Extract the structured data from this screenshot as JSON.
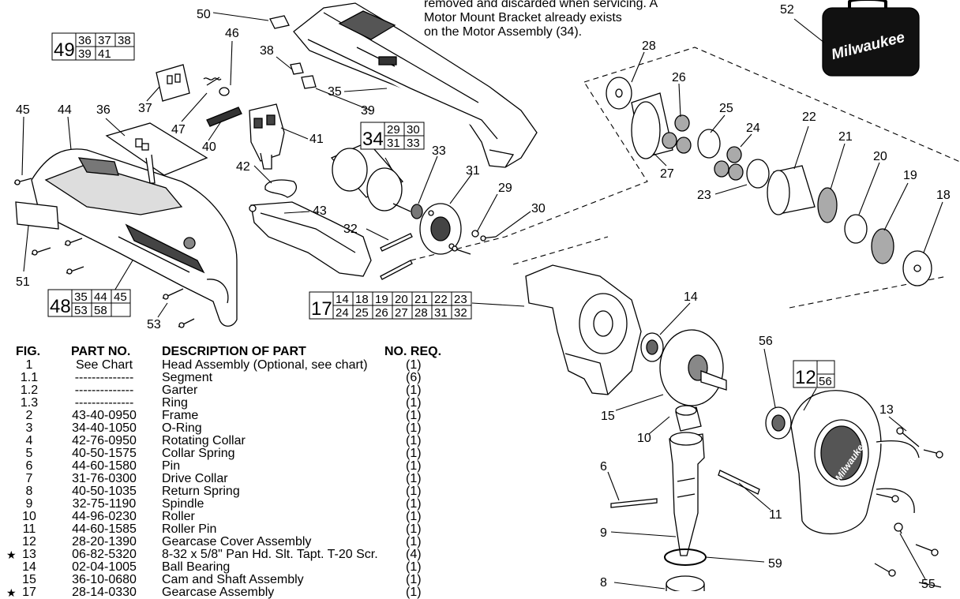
{
  "note": {
    "lines": [
      "removed and discarded when servicing. A",
      "Motor Mount Bracket already exists",
      "on the Motor Assembly (34)."
    ]
  },
  "brand": {
    "logo_text": "Milwaukee"
  },
  "callouts": [
    {
      "id": "c52",
      "label": "52"
    },
    {
      "id": "c50",
      "label": "50"
    },
    {
      "id": "c46",
      "label": "46"
    },
    {
      "id": "c38",
      "label": "38"
    },
    {
      "id": "c35",
      "label": "35"
    },
    {
      "id": "c39",
      "label": "39"
    },
    {
      "id": "c37",
      "label": "37"
    },
    {
      "id": "c47",
      "label": "47"
    },
    {
      "id": "c45",
      "label": "45"
    },
    {
      "id": "c44",
      "label": "44"
    },
    {
      "id": "c36",
      "label": "36"
    },
    {
      "id": "c40",
      "label": "40"
    },
    {
      "id": "c41",
      "label": "41"
    },
    {
      "id": "c42",
      "label": "42"
    },
    {
      "id": "c43",
      "label": "43"
    },
    {
      "id": "c33",
      "label": "33"
    },
    {
      "id": "c31",
      "label": "31"
    },
    {
      "id": "c29",
      "label": "29"
    },
    {
      "id": "c30",
      "label": "30"
    },
    {
      "id": "c32",
      "label": "32"
    },
    {
      "id": "c51",
      "label": "51"
    },
    {
      "id": "c53",
      "label": "53"
    },
    {
      "id": "c28",
      "label": "28"
    },
    {
      "id": "c26",
      "label": "26"
    },
    {
      "id": "c25",
      "label": "25"
    },
    {
      "id": "c24",
      "label": "24"
    },
    {
      "id": "c22",
      "label": "22"
    },
    {
      "id": "c21",
      "label": "21"
    },
    {
      "id": "c20",
      "label": "20"
    },
    {
      "id": "c19",
      "label": "19"
    },
    {
      "id": "c18",
      "label": "18"
    },
    {
      "id": "c27",
      "label": "27"
    },
    {
      "id": "c23",
      "label": "23"
    },
    {
      "id": "c14",
      "label": "14"
    },
    {
      "id": "c56",
      "label": "56"
    },
    {
      "id": "c15",
      "label": "15"
    },
    {
      "id": "c10",
      "label": "10"
    },
    {
      "id": "c13",
      "label": "13"
    },
    {
      "id": "c6",
      "label": "6"
    },
    {
      "id": "c11",
      "label": "11"
    },
    {
      "id": "c9",
      "label": "9"
    },
    {
      "id": "c59",
      "label": "59"
    },
    {
      "id": "c55",
      "label": "55"
    },
    {
      "id": "c8",
      "label": "8"
    }
  ],
  "kits": {
    "k49": {
      "main": "49",
      "cells": [
        [
          "36",
          "37",
          "38"
        ],
        [
          "39",
          "41",
          ""
        ]
      ]
    },
    "k34": {
      "main": "34",
      "cells": [
        [
          "29",
          "30"
        ],
        [
          "31",
          "33"
        ]
      ]
    },
    "k48": {
      "main": "48",
      "cells": [
        [
          "35",
          "44",
          "45"
        ],
        [
          "53",
          "58",
          ""
        ]
      ]
    },
    "k17": {
      "main": "17",
      "cells": [
        [
          "14",
          "18",
          "19",
          "20",
          "21",
          "22",
          "23"
        ],
        [
          "24",
          "25",
          "26",
          "27",
          "28",
          "31",
          "32"
        ]
      ]
    },
    "k12": {
      "main": "12",
      "cells": [
        [
          ""
        ],
        [
          "56"
        ]
      ]
    }
  },
  "parts_table": {
    "headers": {
      "fig": "FIG.",
      "part": "PART NO.",
      "desc": "DESCRIPTION OF PART",
      "qty": "NO. REQ."
    },
    "rows": [
      {
        "star": "",
        "fig": "1",
        "part": "See Chart",
        "desc": "Head Assembly (Optional, see chart)",
        "qty": "(1)"
      },
      {
        "star": "",
        "fig": "1.1",
        "part": "--------------",
        "desc": "Segment",
        "qty": "(6)"
      },
      {
        "star": "",
        "fig": "1.2",
        "part": "--------------",
        "desc": "Garter",
        "qty": "(1)"
      },
      {
        "star": "",
        "fig": "1.3",
        "part": "--------------",
        "desc": "Ring",
        "qty": "(1)"
      },
      {
        "star": "",
        "fig": "2",
        "part": "43-40-0950",
        "desc": "Frame",
        "qty": "(1)"
      },
      {
        "star": "",
        "fig": "3",
        "part": "34-40-1050",
        "desc": "O-Ring",
        "qty": "(1)"
      },
      {
        "star": "",
        "fig": "4",
        "part": "42-76-0950",
        "desc": "Rotating Collar",
        "qty": "(1)"
      },
      {
        "star": "",
        "fig": "5",
        "part": "40-50-1575",
        "desc": "Collar Spring",
        "qty": "(1)"
      },
      {
        "star": "",
        "fig": "6",
        "part": "44-60-1580",
        "desc": "Pin",
        "qty": "(1)"
      },
      {
        "star": "",
        "fig": "7",
        "part": "31-76-0300",
        "desc": "Drive Collar",
        "qty": "(1)"
      },
      {
        "star": "",
        "fig": "8",
        "part": "40-50-1035",
        "desc": "Return Spring",
        "qty": "(1)"
      },
      {
        "star": "",
        "fig": "9",
        "part": "32-75-1190",
        "desc": "Spindle",
        "qty": "(1)"
      },
      {
        "star": "",
        "fig": "10",
        "part": "44-96-0230",
        "desc": "Roller",
        "qty": "(1)"
      },
      {
        "star": "",
        "fig": "11",
        "part": "44-60-1585",
        "desc": "Roller Pin",
        "qty": "(1)"
      },
      {
        "star": "",
        "fig": "12",
        "part": "28-20-1390",
        "desc": "Gearcase Cover Assembly",
        "qty": "(1)"
      },
      {
        "star": "★",
        "fig": "13",
        "part": "06-82-5320",
        "desc": "8-32 x 5/8\" Pan Hd. Slt. Tapt. T-20 Scr.",
        "qty": "(4)"
      },
      {
        "star": "",
        "fig": "14",
        "part": "02-04-1005",
        "desc": "Ball Bearing",
        "qty": "(1)"
      },
      {
        "star": "",
        "fig": "15",
        "part": "36-10-0680",
        "desc": "Cam and Shaft Assembly",
        "qty": "(1)"
      },
      {
        "star": "★",
        "fig": "17",
        "part": "28-14-0330",
        "desc": "Gearcase Assembly",
        "qty": "(1)"
      }
    ]
  }
}
